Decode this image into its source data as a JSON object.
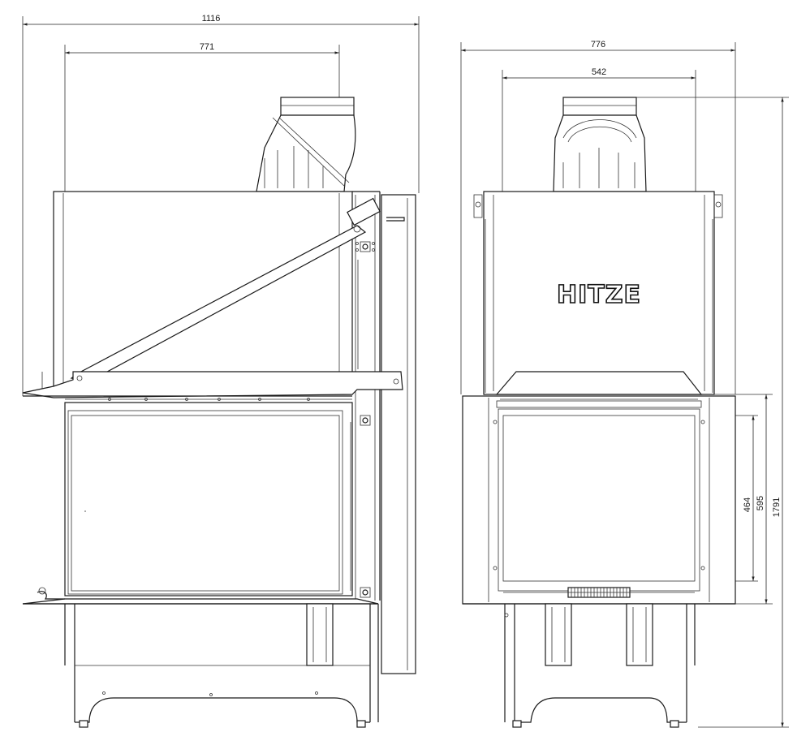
{
  "dimensions": {
    "side_total_width": "1116",
    "side_body_width": "771",
    "front_total_width": "776",
    "front_body_width": "542",
    "glass_height": "464",
    "door_height": "595",
    "total_height": "1791"
  },
  "branding": {
    "logo_text": "HITZE"
  }
}
